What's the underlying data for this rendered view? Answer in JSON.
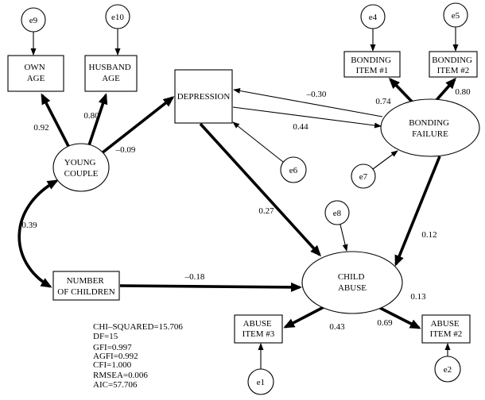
{
  "errors": {
    "e1": "e1",
    "e2": "e2",
    "e4": "e4",
    "e5": "e5",
    "e6": "e6",
    "e7": "e7",
    "e8": "e8",
    "e9": "e9",
    "e10": "e10"
  },
  "observed": {
    "own_age": [
      "OWN",
      "AGE"
    ],
    "husband_age": [
      "HUSBAND",
      "AGE"
    ],
    "depression": "DEPRESSION",
    "bonding_item_1": [
      "BONDING",
      "ITEM #1"
    ],
    "bonding_item_2": [
      "BONDING",
      "ITEM #2"
    ],
    "number_of_children": [
      "NUMBER",
      "OF CHILDREN"
    ],
    "abuse_item_3": [
      "ABUSE",
      "ITEM #3"
    ],
    "abuse_item_2": [
      "ABUSE",
      "ITEM #2"
    ]
  },
  "latent": {
    "young_couple": [
      "YOUNG",
      "COUPLE"
    ],
    "bonding_failure": [
      "BONDING",
      "FAILURE"
    ],
    "child_abuse": [
      "CHILD",
      "ABUSE"
    ]
  },
  "paths": {
    "young_couple_to_own_age": "0.92",
    "young_couple_to_husband_age": "0.80",
    "young_couple_to_depression": "–0.09",
    "bonding_failure_to_depression": "–0.30",
    "depression_to_bonding_failure": "0.44",
    "bonding_failure_to_bonding_item_1": "0.74",
    "bonding_failure_to_bonding_item_2": "0.80",
    "depression_to_child_abuse": "0.27",
    "bonding_failure_to_child_abuse": "0.12",
    "young_couple_with_number_of_children": "0.39",
    "number_of_children_to_child_abuse": "–0.18",
    "child_abuse_annotation": "0.13",
    "child_abuse_to_abuse_item_3": "0.43",
    "child_abuse_to_abuse_item_2": "0.69"
  },
  "fit_statistics": [
    "CHI–SQUARED=15.706",
    "DF=15",
    "GFI=0.997",
    "AGFI=0.992",
    "CFI=1.000",
    "RMSEA=0.006",
    "AIC=57.706"
  ]
}
